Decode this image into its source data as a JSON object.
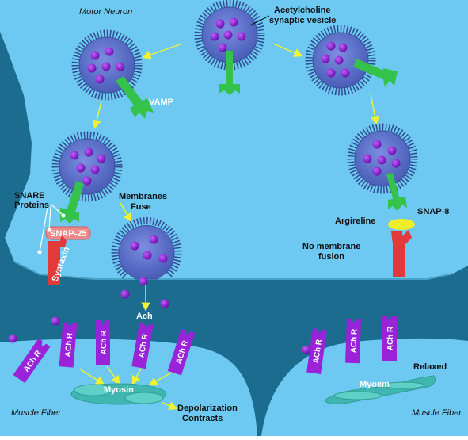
{
  "labels": {
    "motor_neuron": "Motor Neuron",
    "vesicle_line1": "Acetylcholine",
    "vesicle_line2": "synaptic vesicle",
    "vamp": "VAMP",
    "snare_line1": "SNARE",
    "snare_line2": "Proteins",
    "snap25": "SNAP-25",
    "syntaxin": "Syntaxin",
    "membranes_line1": "Membranes",
    "membranes_line2": "Fuse",
    "argireline": "Argireline",
    "snap8": "SNAP-8",
    "no_fusion_line1": "No membrane",
    "no_fusion_line2": "fusion",
    "ach": "Ach",
    "achr": "ACh R",
    "myosin": "Myosin",
    "depolarization": "Depolarization",
    "contracts": "Contracts",
    "relaxed": "Relaxed",
    "muscle_fiber": "Muscle Fiber"
  },
  "colors": {
    "background_dark": "#1b6c8f",
    "neuron": "#6ec9f2",
    "muscle": "#6ec9f2",
    "vesicle": "#5b6fc9",
    "vesicle_fringe": "#2f4a8f",
    "ach_molecule": "#8a18d0",
    "vamp": "#35c24a",
    "snap25": "#f08a8a",
    "syntaxin": "#e23a3a",
    "argireline": "#f0ee2a",
    "receptor": "#9a22d8",
    "myosin": "#3fb7b0",
    "arrow": "#f2f230"
  }
}
